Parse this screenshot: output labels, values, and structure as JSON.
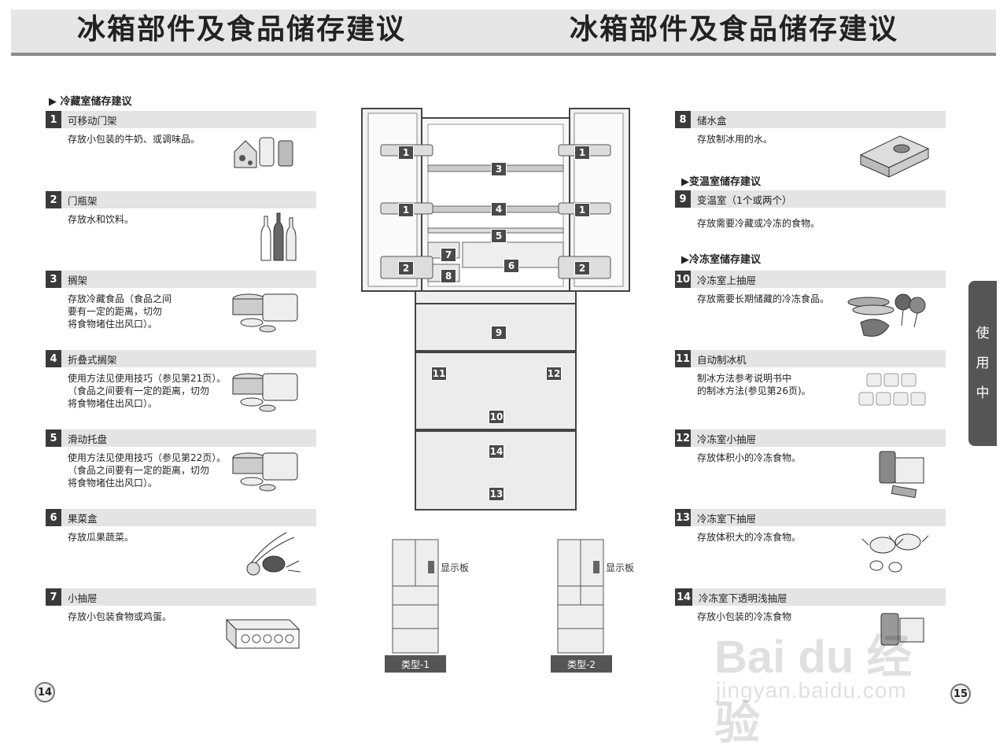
{
  "header": {
    "title_left": "冰箱部件及食品储存建议",
    "title_right": "冰箱部件及食品储存建议"
  },
  "left": {
    "section": "▶ 冷藏室储存建议",
    "items": [
      {
        "num": "1",
        "name": "可移动门架",
        "desc": "存放小包装的牛奶、或调味品。"
      },
      {
        "num": "2",
        "name": "门瓶架",
        "desc": "存放水和饮料。"
      },
      {
        "num": "3",
        "name": "搁架",
        "desc": "存放冷藏食品（食品之间\n要有一定的距离，切勿\n将食物堵住出风口）。"
      },
      {
        "num": "4",
        "name": "折叠式搁架",
        "desc": "使用方法见使用技巧（参见第21页）。\n（食品之间要有一定的距离，切勿\n将食物堵住出风口）。"
      },
      {
        "num": "5",
        "name": "滑动托盘",
        "desc": "使用方法见使用技巧（参见第22页）。\n（食品之间要有一定的距离，切勿\n将食物堵住出风口）。"
      },
      {
        "num": "6",
        "name": "果菜盒",
        "desc": "存放瓜果蔬菜。"
      },
      {
        "num": "7",
        "name": "小抽屉",
        "desc": "存放小包装食物或鸡蛋。"
      }
    ]
  },
  "right": {
    "item8": {
      "num": "8",
      "name": "储水盒",
      "desc": "存放制冰用的水。"
    },
    "section_variable": "▶变温室储存建议",
    "item9": {
      "num": "9",
      "name": "变温室（1个或两个）",
      "desc": "存放需要冷藏或冷冻的食物。"
    },
    "section_freezer": "▶冷冻室储存建议",
    "items": [
      {
        "num": "10",
        "name": "冷冻室上抽屉",
        "desc": "存放需要长期储藏的冷冻食品。"
      },
      {
        "num": "11",
        "name": "自动制冰机",
        "desc": "制冰方法参考说明书中\n的制冰方法(参见第26页)。"
      },
      {
        "num": "12",
        "name": "冷冻室小抽屉",
        "desc": "存放体积小的冷冻食物。"
      },
      {
        "num": "13",
        "name": "冷冻室下抽屉",
        "desc": "存放体积大的冷冻食物。"
      },
      {
        "num": "14",
        "name": "冷冻室下透明浅抽屉",
        "desc": "存放小包装的冷冻食物"
      }
    ]
  },
  "fridge": {
    "tags": [
      "1",
      "1",
      "3",
      "1",
      "4",
      "1",
      "5",
      "7",
      "6",
      "2",
      "8",
      "2",
      "9",
      "11",
      "12",
      "10",
      "14",
      "13"
    ],
    "display_label": "显示板",
    "type1": "类型-1",
    "type2": "类型-2"
  },
  "side_tab": [
    "使",
    "用",
    "中"
  ],
  "page_left": "14",
  "page_right": "15",
  "watermark": {
    "big": "Bai du 经验",
    "small": "jingyan.baidu.com"
  }
}
